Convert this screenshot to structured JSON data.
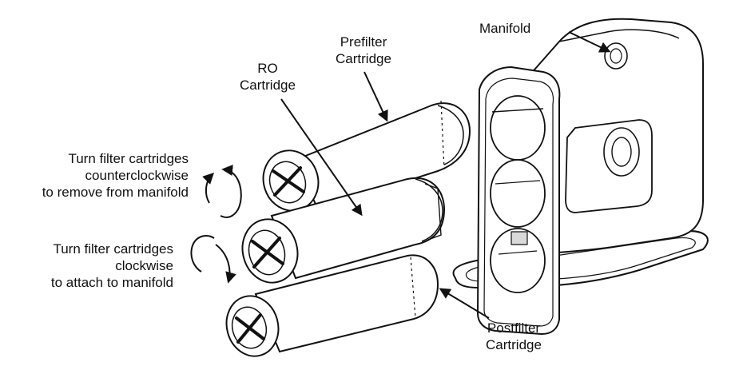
{
  "labels": {
    "manifold": "Manifold",
    "prefilter": [
      "Prefilter",
      "Cartridge"
    ],
    "ro": [
      "RO",
      "Cartridge"
    ],
    "postfilter": [
      "Postfilter",
      "Cartridge"
    ],
    "remove_instruction": [
      "Turn filter cartridges",
      "counterclockwise",
      "to remove from manifold"
    ],
    "attach_instruction": [
      "Turn filter cartridges",
      "clockwise",
      "to attach to manifold"
    ]
  },
  "colors": {
    "ink": "#111111",
    "shade": "#d9d9d9",
    "background": "#ffffff"
  }
}
